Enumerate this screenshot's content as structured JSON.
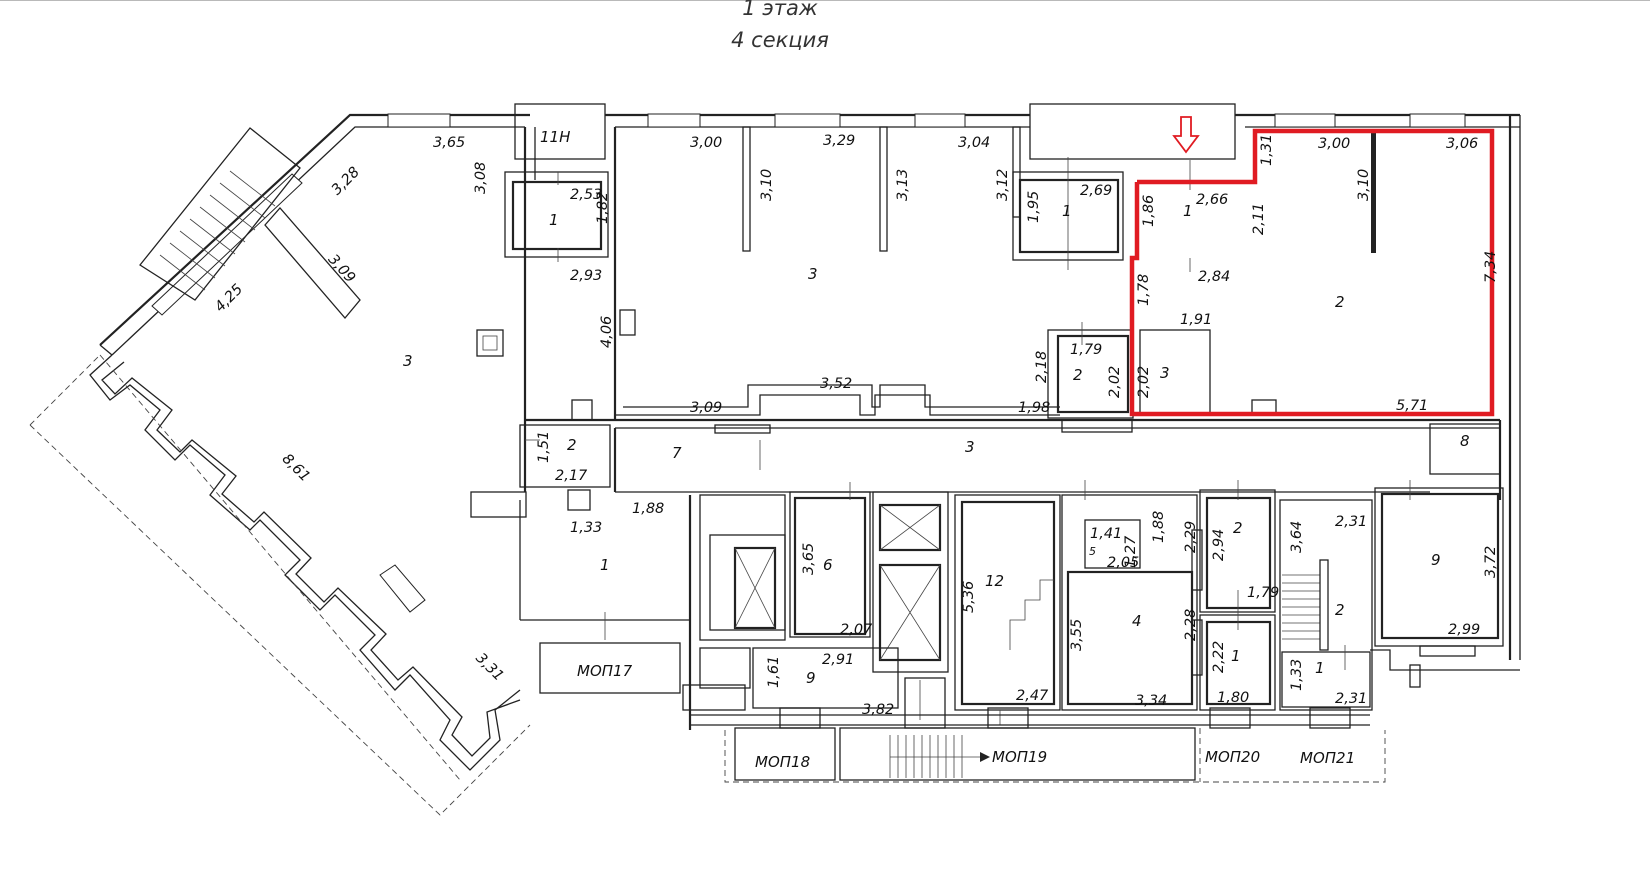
{
  "header": {
    "floor": "1 этаж",
    "section": "4 секция"
  },
  "colors": {
    "highlight": "#e01b22",
    "lines": "#222222"
  },
  "icons": {
    "entrance_marker": "down-arrow-icon"
  },
  "room_labels": {
    "r11n": "11Н",
    "left_big_3": "3",
    "left_room_1": "1",
    "left_2": "2",
    "left_1": "1",
    "mid_3": "3",
    "mid_1": "1",
    "mid_2": "2",
    "red_1": "1",
    "red_2": "2",
    "red_3": "3",
    "corr_7": "7",
    "corr_3": "3",
    "r8": "8",
    "r6": "6",
    "r12": "12",
    "r5": "5",
    "r4": "4",
    "stair_2a": "2",
    "stair_1a": "1",
    "stair_2b": "2",
    "stair_1b": "1",
    "r9a": "9",
    "r9b": "9"
  },
  "mop_labels": {
    "mop17": "МОП17",
    "mop18": "МОП18",
    "mop19": "МОП19",
    "mop20": "МОП20",
    "mop21": "МОП21"
  },
  "dims": {
    "d365": "3,65",
    "d328": "3,28",
    "d309a": "3,09",
    "d425": "4,25",
    "d861": "8,61",
    "d331": "3,31",
    "d308": "3,08",
    "d253": "2,53",
    "d182": "1,82",
    "d293": "2,93",
    "d406": "4,06",
    "d300a": "3,00",
    "d329": "3,29",
    "d304": "3,04",
    "d310a": "3,10",
    "d313": "3,13",
    "d312": "3,12",
    "d195": "1,95",
    "d269": "2,69",
    "d218": "2,18",
    "d179a": "1,79",
    "d202a": "2,02",
    "d352": "3,52",
    "d309b": "3,09",
    "d198": "1,98",
    "d186": "1,86",
    "d266": "2,66",
    "d211": "2,11",
    "d131": "1,31",
    "d300b": "3,00",
    "d306": "3,06",
    "d310b": "3,10",
    "d734": "7,34",
    "d284": "2,84",
    "d178": "1,78",
    "d191": "1,91",
    "d202b": "2,02",
    "d571": "5,71",
    "d151": "1,51",
    "d217": "2,17",
    "d133a": "1,33",
    "d188a": "1,88",
    "d365b": "3,65",
    "d207": "2,07",
    "d161": "1,61",
    "d291": "2,91",
    "d382": "3,82",
    "d536": "5,36",
    "d247": "2,47",
    "d141": "1,41",
    "d127": "1,27",
    "d188b": "1,88",
    "d205": "2,05",
    "d229": "2,29",
    "d355": "3,55",
    "d228": "2,28",
    "d334": "3,34",
    "d294": "2,94",
    "d179b": "1,79",
    "d222": "2,22",
    "d180": "1,80",
    "d364": "3,64",
    "d231a": "2,31",
    "d133b": "1,33",
    "d231b": "2,31",
    "d372": "3,72",
    "d299": "2,99"
  }
}
